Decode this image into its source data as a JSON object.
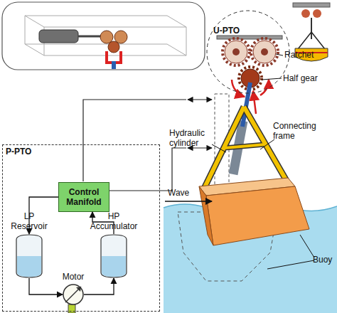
{
  "diagram": {
    "nodes": [
      {
        "text": [
          "U-PTO"
        ]
      },
      {
        "text": [
          "P-PTO"
        ]
      },
      {
        "text": [
          "Control Manifold"
        ],
        "in": 1
      },
      {
        "text": [
          "LP Reservoir"
        ],
        "in": 1
      },
      {
        "text": [
          "HP Accumulator"
        ],
        "in": 1
      },
      {
        "text": [
          "Motor"
        ],
        "in": 1
      }
    ],
    "edges": [
      {
        "from": 2,
        "to": 3,
        "arrow": "to"
      },
      {
        "from": 3,
        "to": 5,
        "arrow": "to"
      },
      {
        "from": 5,
        "to": 4,
        "arrow": "to"
      },
      {
        "from": 4,
        "to": 2,
        "arrow": "to"
      }
    ],
    "labels": [
      "Ratchet",
      "Half gear",
      "Hydraulic cylinder",
      "Connecting frame",
      "Wave",
      "Buoy"
    ]
  }
}
